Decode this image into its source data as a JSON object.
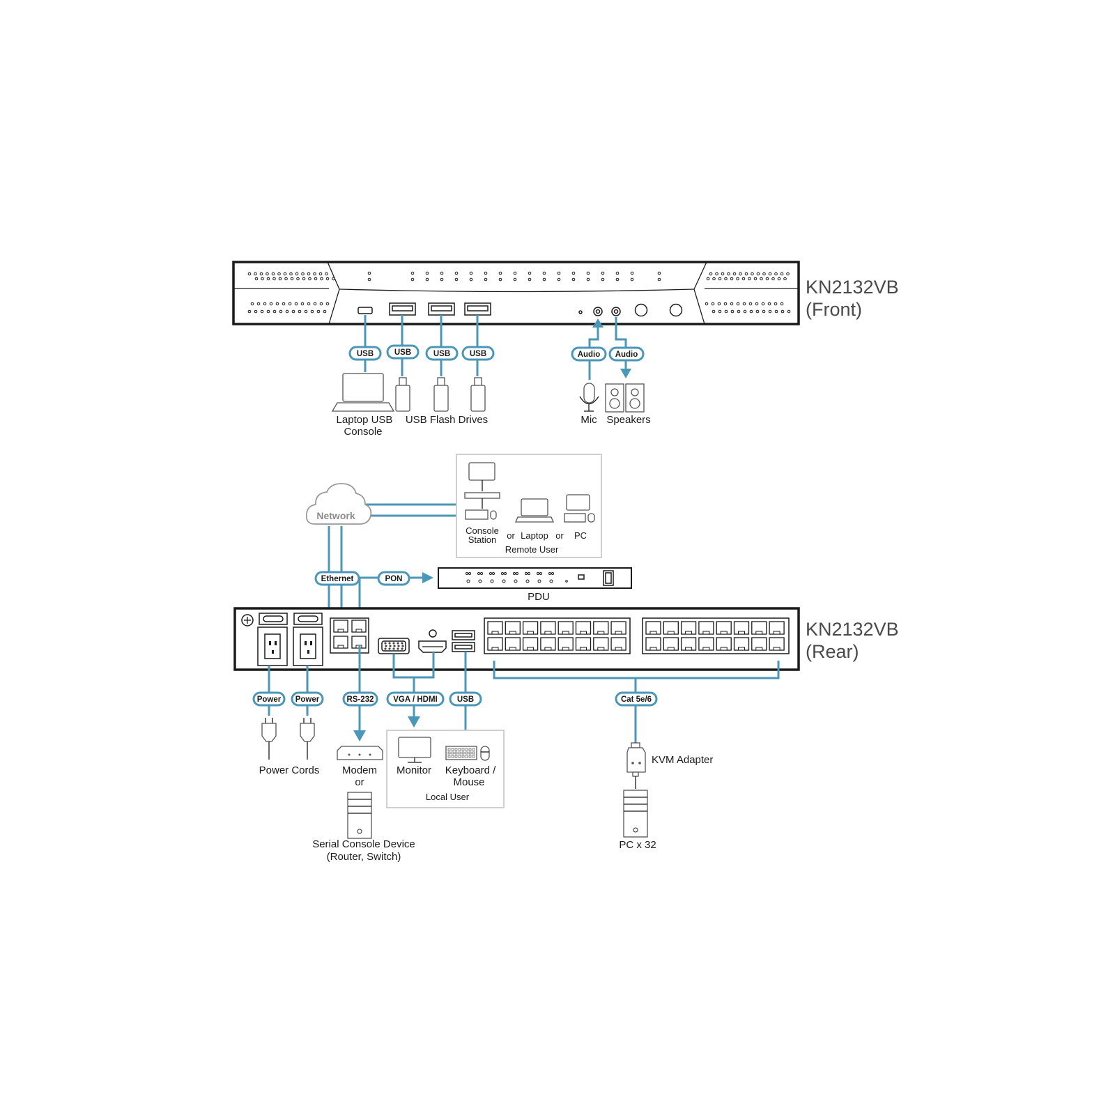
{
  "front": {
    "model": "KN2132VB",
    "view": "(Front)",
    "port_labels": {
      "usb1": "USB",
      "usb2": "USB",
      "usb3": "USB",
      "usb4": "USB",
      "audio_in": "Audio",
      "audio_out": "Audio"
    },
    "devices": {
      "laptop_l1": "Laptop USB",
      "laptop_l2": "Console",
      "flash": "USB Flash Drives",
      "mic": "Mic",
      "speakers": "Speakers"
    }
  },
  "network": {
    "cloud": "Network",
    "remote_console_l1": "Console",
    "remote_console_l2": "Station",
    "or1": "or",
    "laptop": "Laptop",
    "or2": "or",
    "pc": "PC",
    "remote_user": "Remote User"
  },
  "middle": {
    "ethernet": "Ethernet",
    "pon": "PON",
    "pdu": "PDU"
  },
  "rear": {
    "model": "KN2132VB",
    "view": "(Rear)",
    "port_labels": {
      "power1": "Power",
      "power2": "Power",
      "rs232": "RS-232",
      "vga_hdmi": "VGA / HDMI",
      "usb": "USB",
      "cat": "Cat 5e/6"
    },
    "devices": {
      "power_cords": "Power Cords",
      "modem": "Modem",
      "or": "or",
      "monitor": "Monitor",
      "kbm_l1": "Keyboard /",
      "kbm_l2": "Mouse",
      "local_user": "Local User",
      "kvm_adapter": "KVM Adapter",
      "serial_l1": "Serial Console Device",
      "serial_l2": "(Router, Switch)",
      "pc32": "PC x 32"
    }
  },
  "colors": {
    "wire": "#4a97b7",
    "outline": "#1a1a1a",
    "box_border": "#cfcfcf",
    "model_text": "#4a4a4a"
  }
}
